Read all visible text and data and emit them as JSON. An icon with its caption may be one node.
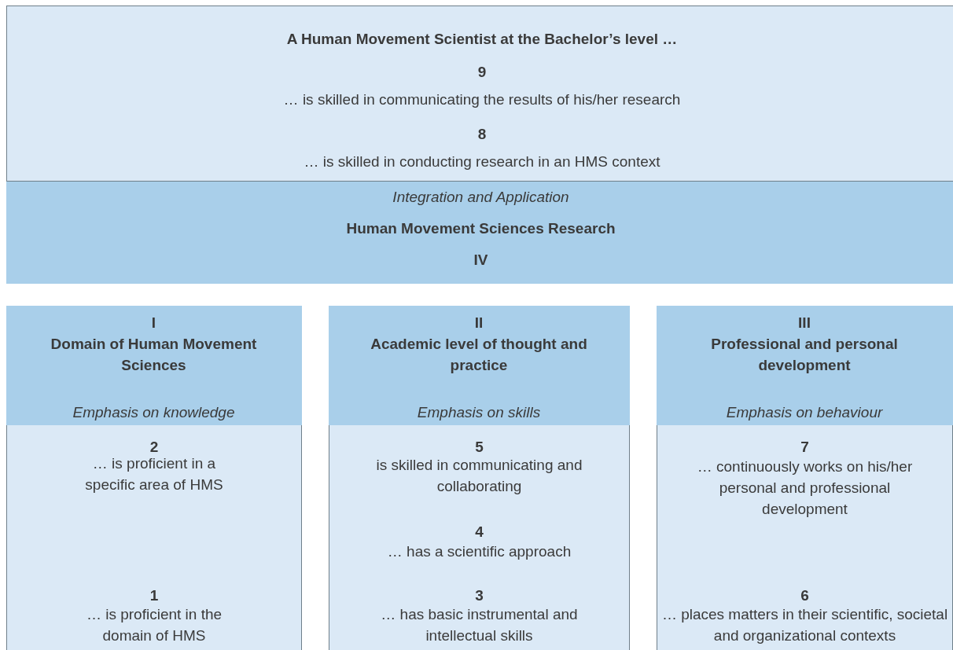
{
  "diagram": {
    "nodes": [
      {
        "text": [
          "A Human Movement Scientist at the Bachelor’s level …",
          "9",
          "… is skilled in communicating the results of his/her research",
          "8",
          "… is skilled in conducting research in an HMS context"
        ]
      },
      {
        "text": [
          "Integration and Application",
          "Human Movement Sciences Research",
          "IV"
        ],
        "in": 0
      },
      {
        "text": [
          "2",
          "… is proficient in a specific area of HMS",
          "1",
          "… is proficient in the domain of HMS"
        ]
      },
      {
        "text": [
          "I",
          "Domain of Human Movement Sciences",
          "Emphasis on knowledge"
        ],
        "in": 2
      },
      {
        "text": [
          "5",
          "is skilled in communicating and collaborating",
          "4",
          "… has a scientific approach",
          "3",
          "… has basic instrumental and intellectual skills"
        ]
      },
      {
        "text": [
          "II",
          "Academic level of thought and practice",
          "Emphasis on skills"
        ],
        "in": 4
      },
      {
        "text": [
          "7",
          "… continuously works on his/her personal and professional development",
          "6",
          "… places matters in their scientific, societal and organizational contexts"
        ]
      },
      {
        "text": [
          "III",
          "Professional and personal development",
          "Emphasis on behaviour"
        ],
        "in": 6
      }
    ]
  }
}
